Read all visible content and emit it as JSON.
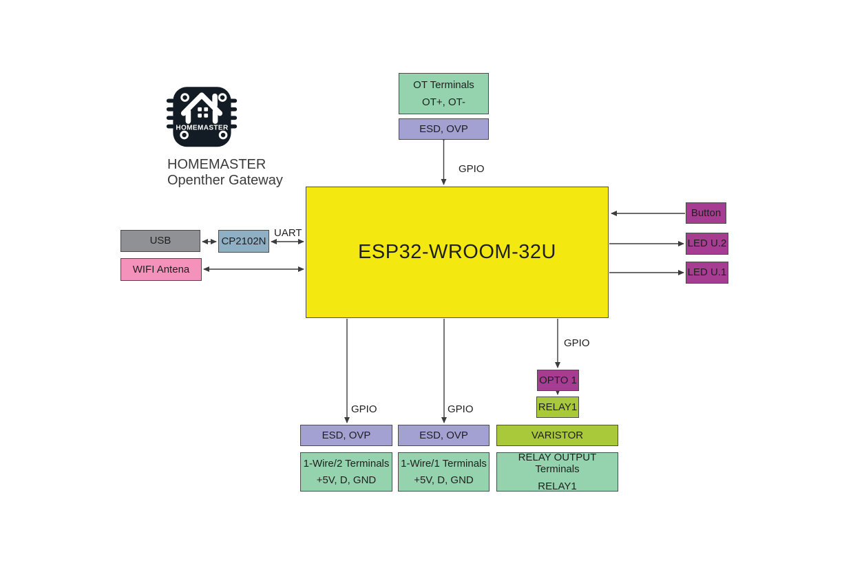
{
  "branding": {
    "logo_text": "HOMEMASTER",
    "title_line1": "HOMEMASTER",
    "title_line2": "Openther Gateway"
  },
  "colors": {
    "esp32_yellow": "#F3E911",
    "terminal_green": "#95D3AE",
    "esd_purple": "#A3A0D2",
    "io_magenta": "#A63D92",
    "relay_lime": "#A9C93B",
    "usb_gray": "#8F9194",
    "cp2102n_bluegray": "#8FAFC5",
    "wifi_pink": "#F492BC",
    "box_border": "#4A4A4A",
    "arrow": "#3C3C3C",
    "background": "#FFFFFF"
  },
  "nodes": {
    "esp32": "ESP32-WROOM-32U",
    "ot_terminals_line1": "OT Terminals",
    "ot_terminals_line2": "OT+, OT-",
    "esd_ovp_top": "ESD, OVP",
    "usb": "USB",
    "cp2102n": "CP2102N",
    "wifi_antena": "WIFI Antena",
    "button": "Button",
    "led_u2": "LED U.2",
    "led_u1": "LED U.1",
    "opto1": "OPTO 1",
    "relay1": "RELAY1",
    "varistor": "VARISTOR",
    "relay_output_line1": "RELAY OUTPUT Terminals",
    "relay_output_line2": "RELAY1",
    "esd_ovp_left": "ESD, OVP",
    "esd_ovp_mid": "ESD, OVP",
    "wire2_terminals_line1": "1-Wire/2 Terminals",
    "wire2_terminals_line2": "+5V, D, GND",
    "wire1_terminals_line1": "1-Wire/1 Terminals",
    "wire1_terminals_line2": "+5V, D, GND"
  },
  "wire_labels": {
    "gpio_top": "GPIO",
    "uart": "UART",
    "gpio_relay": "GPIO",
    "gpio_left": "GPIO",
    "gpio_mid": "GPIO"
  }
}
